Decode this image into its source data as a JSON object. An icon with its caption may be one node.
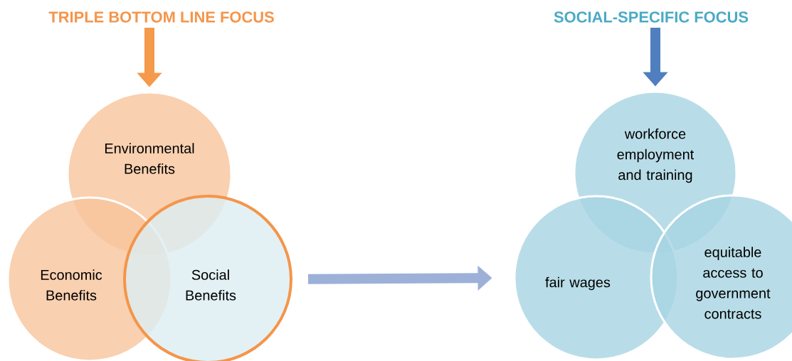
{
  "diagram": {
    "nodes": [
      {
        "text": [
          "TRIPLE BOTTOM LINE FOCUS"
        ]
      },
      {
        "text": [
          "Environmental Benefits"
        ]
      },
      {
        "text": [
          "Economic Benefits"
        ]
      },
      {
        "text": [
          "Social Benefits"
        ]
      },
      {
        "text": [
          "SOCIAL-SPECIFIC FOCUS"
        ]
      },
      {
        "text": [
          "workforce employment and training"
        ]
      },
      {
        "text": [
          "fair wages"
        ]
      },
      {
        "text": [
          "equitable access to government contracts"
        ]
      }
    ],
    "edges": [
      {
        "from": 0,
        "to": 1,
        "arrow": "to",
        "color": "#f5994a"
      },
      {
        "from": 3,
        "to": 6,
        "arrow": "to",
        "color": "#9db0d8"
      },
      {
        "from": 4,
        "to": 5,
        "arrow": "to",
        "color": "#4f7fbf"
      }
    ]
  }
}
